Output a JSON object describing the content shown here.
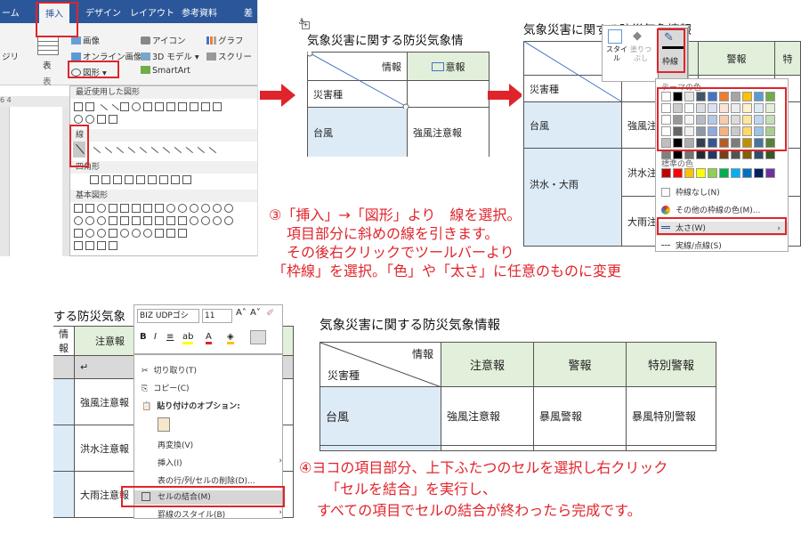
{
  "panel1": {
    "tabs": [
      "ーム",
      "挿入",
      "デザイン",
      "レイアウト",
      "参考資料",
      "差"
    ],
    "ribbon": {
      "table_label": "表",
      "table_group": "表",
      "image": "画像",
      "online_image": "オンライン画像",
      "shapes": "図形",
      "icons": "アイコン",
      "model3d": "3D モデル",
      "smartart": "SmartArt",
      "graph": "グラフ",
      "screenshot": "スクリー",
      "left_edge": "ジリ"
    },
    "ruler": "6  4",
    "menu": {
      "recent": "最近使用した図形",
      "lines": "線",
      "rect": "四角形",
      "basic": "基本図形"
    }
  },
  "panel2": {
    "title": "気象災害に関する防災気象情",
    "header_info": "情報",
    "header_col1": "意報",
    "row_hazard": "災害種",
    "row_typhoon": "台風",
    "cell_strong_wind": "強風注意報"
  },
  "panel3": {
    "title": "気象災害に関する防災気象情報",
    "toolbar": {
      "style": "スタイル",
      "fill": "塗りつぶし",
      "border": "枠線"
    },
    "theme_color": "テーマの色",
    "header_col2": "警報",
    "header_col3": "特",
    "rows": [
      "災害種",
      "台風",
      "洪水注",
      "大雨注"
    ],
    "row_partial": "洪水・大雨",
    "cell_strong": "強風注",
    "standard_color": "標準の色",
    "no_border": "枠線なし(N)",
    "other_color": "その他の枠線の色(M)...",
    "weight": "太さ(W)",
    "dash": "実線/点線(S)",
    "theme_colors": [
      "#ffffff",
      "#000000",
      "#e7e6e6",
      "#44546a",
      "#4472c4",
      "#ed7d31",
      "#a5a5a5",
      "#ffc000",
      "#5b9bd5",
      "#70ad47"
    ],
    "standard_colors": [
      "#c00000",
      "#ff0000",
      "#ffc000",
      "#ffff00",
      "#92d050",
      "#00b050",
      "#00b0f0",
      "#0070c0",
      "#002060",
      "#7030a0"
    ]
  },
  "note3": {
    "line1": "③「挿入」→「図形」より　線を選択。",
    "line2": "項目部分に斜めの線を引きます。",
    "line3": "その後右クリックでツールバーより",
    "line4": "「枠線」を選択。「色」や「太さ」に任意のものに変更"
  },
  "panel4": {
    "title": "する防災気象",
    "font_name": "BIZ UDPゴシ",
    "font_size": "11",
    "header_info": "情報",
    "header_col1": "注意報",
    "rows": [
      "強風注意報",
      "洪水注意報",
      "大雨注意報"
    ],
    "ctx": {
      "cut": "切り取り(T)",
      "copy": "コピー(C)",
      "paste_opts": "貼り付けのオプション:",
      "reconvert": "再変換(V)",
      "insert": "挿入(I)",
      "delete": "表の行/列/セルの削除(D)...",
      "merge": "セルの結合(M)",
      "border_style": "罫線のスタイル(B)"
    }
  },
  "panel5": {
    "title": "気象災害に関する防災気象情報",
    "header_info": "情報",
    "header_hazard": "災害種",
    "col1": "注意報",
    "col2": "警報",
    "col3": "特別警報",
    "row_label": "台風",
    "cell1": "強風注意報",
    "cell2": "暴風警報",
    "cell3": "暴風特別警報"
  },
  "note4": {
    "line1": "④ヨコの項目部分、上下ふたつのセルを選択し右クリック",
    "line2": "「セルを結合」を実行し、",
    "line3": "すべての項目でセルの結合が終わったら完成です。"
  },
  "colors": {
    "accent": "#e0242b",
    "word_blue": "#2b579a",
    "green_cell": "#e2efda",
    "blue_cell": "#ddebf7"
  }
}
